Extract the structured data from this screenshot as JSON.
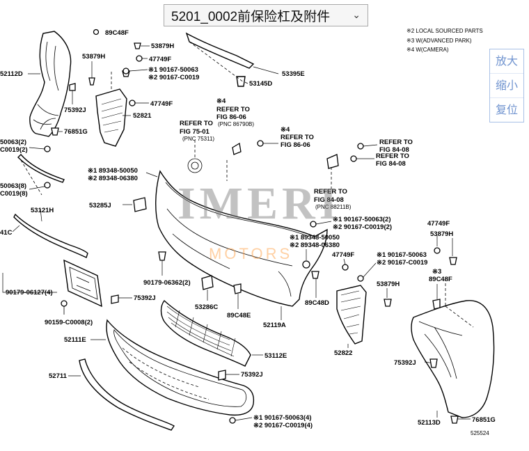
{
  "title_select": {
    "value": "5201_0002前保险杠及附件"
  },
  "zoom": {
    "in_label": "放大",
    "out_label": "缩小",
    "reset_label": "复位"
  },
  "watermark": {
    "brand": "IMERI",
    "sub": "MOTORS"
  },
  "legend": [
    "※2 LOCAL SOURCED PARTS",
    "※3 W(ADVANCED PARK)",
    "※4 W(CAMERA)"
  ],
  "labels": {
    "p89c48f_top": "89C48F",
    "p53879h_a": "53879H",
    "p47749f_a": "47749F",
    "p53879h_b": "53879H",
    "p90167_50063_a": "※1 90167-50063",
    "p90167_c0019_a": "※2 90167-C0019",
    "p52112d": "52112D",
    "p53145d": "53145D",
    "p53395e": "53395E",
    "p47749f_b": "47749F",
    "p75392j_a": "75392J",
    "p52821": "52821",
    "p76851g_a": "76851G",
    "p50063_2": "50063(2)",
    "pc0019_2": "C0019(2)",
    "p50063_8": "50063(8)",
    "pc0019_8": "C0019(8)",
    "p53121h": "53121H",
    "p41c": "41C",
    "ref1_a": "REFER TO",
    "ref1_b": "FIG 75-01",
    "ref1_c": "(PNC 75311)",
    "ref2_mark": "※4",
    "ref2_a": "REFER TO",
    "ref2_b": "FIG 86-06",
    "ref2_c": "(PNC 86790B)",
    "ref3_mark": "※4",
    "ref3_a": "REFER TO",
    "ref3_b": "FIG 86-06",
    "ref4_a": "REFER TO",
    "ref4_b": "FIG 84-08",
    "ref5_a": "REFER TO",
    "ref5_b": "FIG 84-08",
    "ref6_a": "REFER TO",
    "ref6_b": "FIG 84-08",
    "ref6_c": "(PNC 88211B)",
    "p89348_50050_a": "※1 89348-50050",
    "p89348_06380_a": "※2 89348-06380",
    "p53285j": "53285J",
    "p90167_50063_2": "※1 90167-50063(2)",
    "p90167_c0019_2": "※2 90167-C0019(2)",
    "p89348_50050_b": "※1 89348-50050",
    "p89348_06380_b": "※2 89348-06380",
    "p47749f_c": "47749F",
    "p53879h_c": "53879H",
    "p90167_50063_b": "※1 90167-50063",
    "p90167_c0019_b": "※2 90167-C0019",
    "p3_mark": "※3",
    "p89c48f_b": "89C48F",
    "p90179_06127": "90179-06127(4)",
    "p90179_06362": "90179-06362(2)",
    "p53879h_d": "53879H",
    "p75392j_b": "75392J",
    "p53286c": "53286C",
    "p89c48e": "89C48E",
    "p89c48d": "89C48D",
    "p90159_c0008": "90159-C0008(2)",
    "p52111e": "52111E",
    "p52119a": "52119A",
    "p52822": "52822",
    "p53112e": "53112E",
    "p75392j_c": "75392J",
    "p52711": "52711",
    "p75392j_d": "75392J",
    "p90167_50063_4": "※1 90167-50063(4)",
    "p90167_c0019_4": "※2 90167-C0019(4)",
    "p52113d": "52113D",
    "p76851g_b": "76851G",
    "figure_number": "525524"
  }
}
